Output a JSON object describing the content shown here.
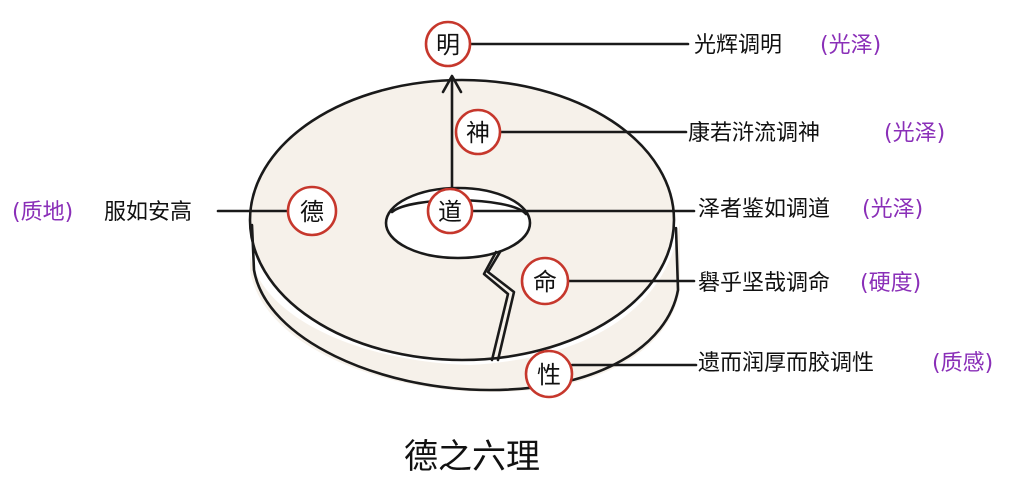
{
  "diagram": {
    "caption": "德之六理",
    "colors": {
      "ink": "#1a1a1a",
      "circle_stroke": "#c6372c",
      "tag": "#8a2fb8",
      "disc_fill": "#f6f1ea"
    },
    "nodes": {
      "ming": "明",
      "shen": "神",
      "de": "德",
      "dao": "道",
      "ming_fate": "命",
      "xing": "性"
    },
    "labels": {
      "ming": {
        "text": "光辉调明",
        "tag": "(光泽)"
      },
      "shen": {
        "text": "康若浒流调神",
        "tag": "(光泽)"
      },
      "de": {
        "text": "服如安高",
        "tag": "(质地)"
      },
      "dao": {
        "text": "泽者鉴如调道",
        "tag": "(光泽)"
      },
      "ming_fate": {
        "text": "礜乎坚哉调命",
        "tag": "(硬度)"
      },
      "xing": {
        "text": "遗而润厚而胶调性",
        "tag": "(质感)"
      }
    }
  }
}
